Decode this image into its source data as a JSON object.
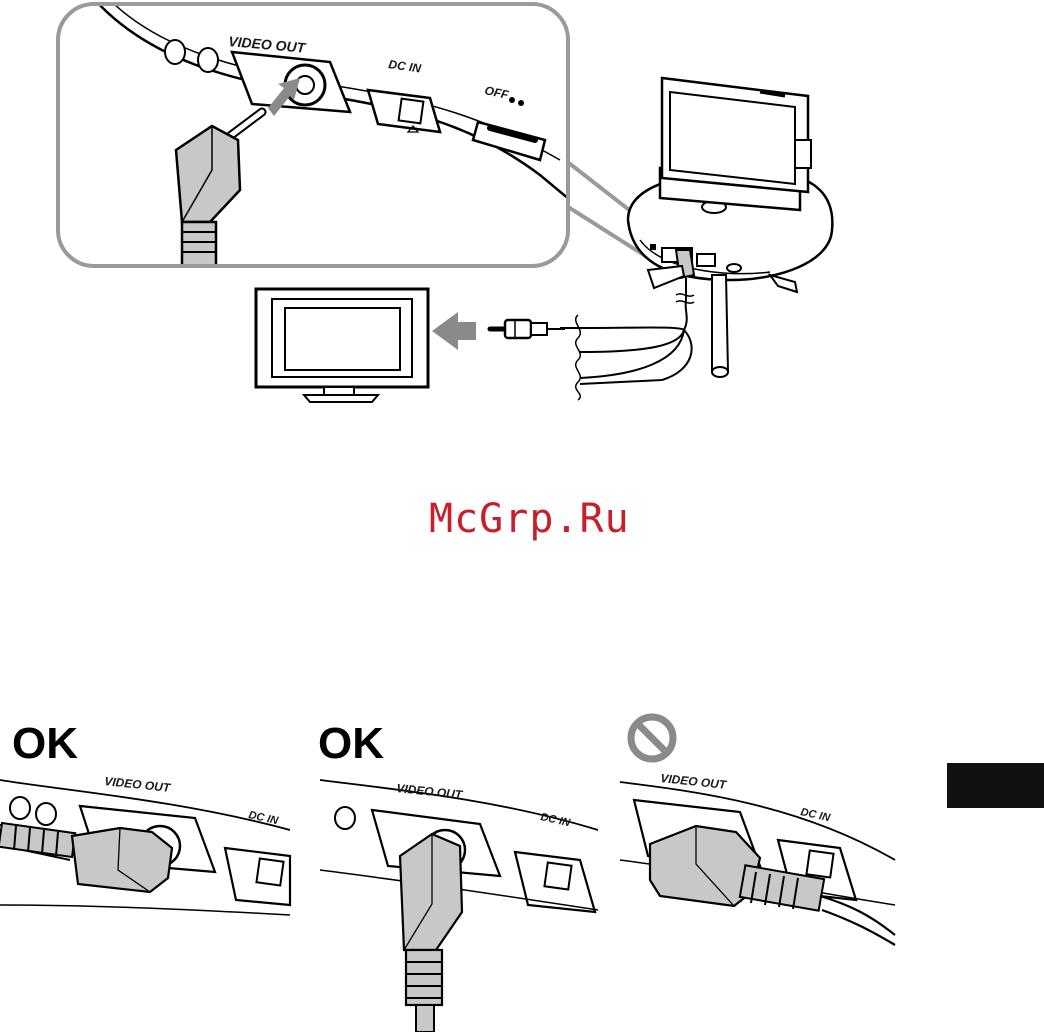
{
  "labels": {
    "video_out": "VIDEO OUT",
    "dc_in": "DC IN",
    "off": "OFF"
  },
  "watermark": "McGrp.Ru",
  "examples": [
    {
      "verdict": "OK"
    },
    {
      "verdict": "OK"
    },
    {
      "verdict": "prohibited"
    }
  ],
  "colors": {
    "watermark": "#c8202a",
    "callout_border": "#9a9a9a",
    "plug_fill": "#c8c8c8",
    "section_tab": "#111111"
  },
  "icons": [
    "insert-arrow-icon",
    "output-arrow-icon",
    "prohibited-icon"
  ]
}
